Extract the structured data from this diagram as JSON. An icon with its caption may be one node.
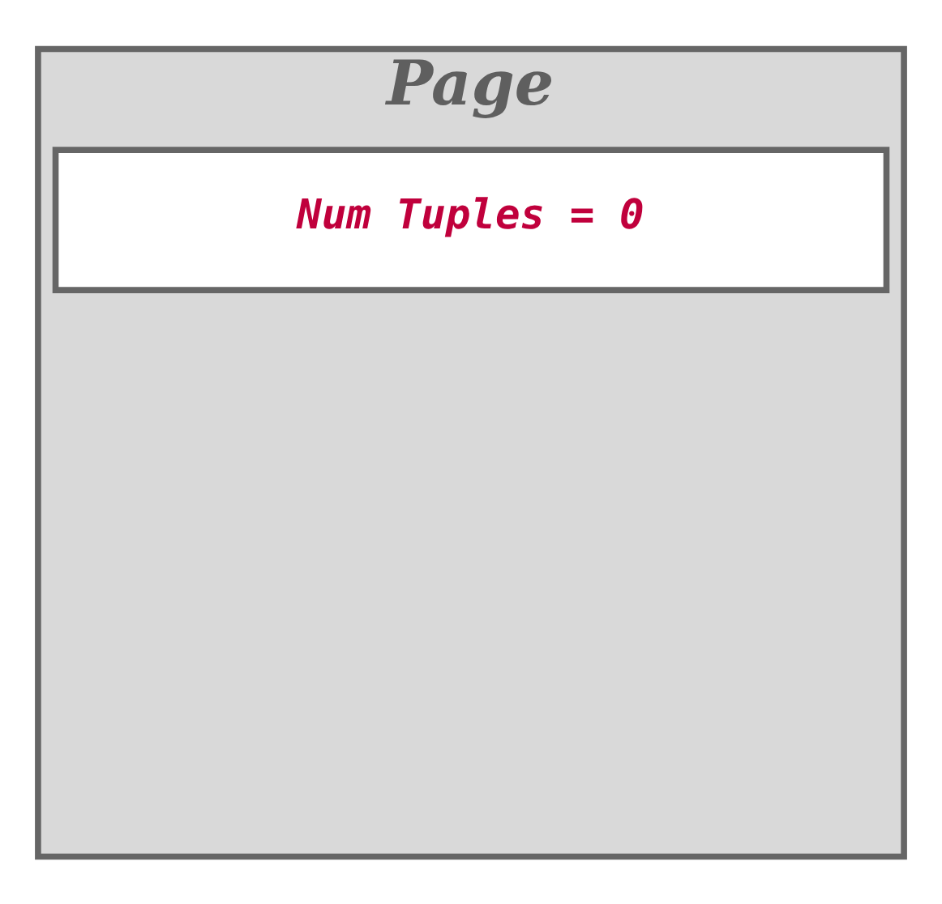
{
  "diagram": {
    "nodes": [
      {
        "text": [
          "Page"
        ]
      },
      {
        "text": [
          "Num Tuples = 0"
        ],
        "in": 0
      }
    ]
  }
}
